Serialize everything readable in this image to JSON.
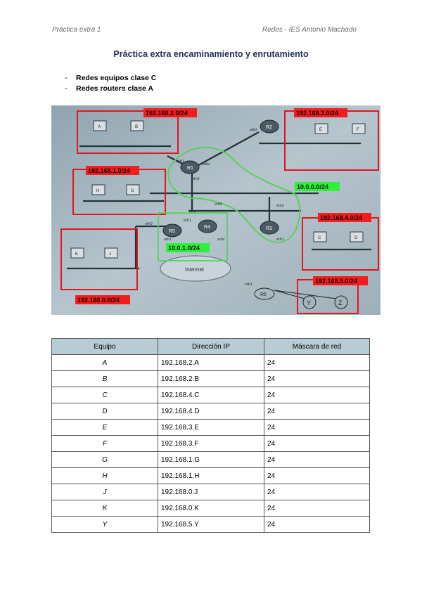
{
  "header": {
    "left": "Práctica extra 1",
    "right": "Redes -  IES Antonio Machado"
  },
  "title": "Práctica extra encaminamiento y enrutamiento",
  "bullets": [
    "Redes equipos clase C",
    "Redes routers clase A"
  ],
  "diagram": {
    "net_labels": [
      "192.168.2.0/24",
      "192.168.3.0/24",
      "192.168.1.0/24",
      "10.0.0.0/24",
      "192.168.4.0/24",
      "10.0.1.0/24",
      "192.168.5.0/24",
      "192.168.0.0/24"
    ],
    "routers": [
      "R1",
      "R2",
      "R3",
      "R4",
      "R5",
      "R6"
    ],
    "hosts": [
      "A",
      "B",
      "E",
      "F",
      "H",
      "G",
      "C",
      "D",
      "K",
      "J"
    ],
    "iface": [
      "eth1",
      "adsl",
      "eth2",
      "adsl",
      "eth0",
      "eth3",
      "eth1",
      "eth3",
      "eth1",
      "eth0",
      "adsl",
      "eth1",
      "eth1"
    ],
    "cloud": "Internet",
    "sub_hosts": [
      "Y",
      "Z"
    ]
  },
  "table": {
    "headers": [
      "Equipo",
      "Dirección IP",
      "Máscara de red"
    ],
    "rows": [
      [
        "A",
        "192.168.2.A",
        "24"
      ],
      [
        "B",
        "192.168.2.B",
        "24"
      ],
      [
        "C",
        "192.168.4.C",
        "24"
      ],
      [
        "D",
        "192.168.4.D",
        "24"
      ],
      [
        "E",
        "192.168.3.E",
        "24"
      ],
      [
        "F",
        "192.168.3.F",
        "24"
      ],
      [
        "G",
        "192.168.1.G",
        "24"
      ],
      [
        "H",
        "192.168.1.H",
        "24"
      ],
      [
        "J",
        "192.168.0.J",
        "24"
      ],
      [
        "K",
        "192.168.0.K",
        "24"
      ],
      [
        "Y",
        "192.168.5.Y",
        "24"
      ]
    ]
  },
  "colors": {
    "red_box": "#e2161b",
    "red_label": "#f21d1d",
    "green_label": "#2ef03a",
    "green_line": "#5ad05a",
    "table_header": "#b8ccd6",
    "title": "#1f2f55",
    "photo_bg": "#aab9c2"
  }
}
